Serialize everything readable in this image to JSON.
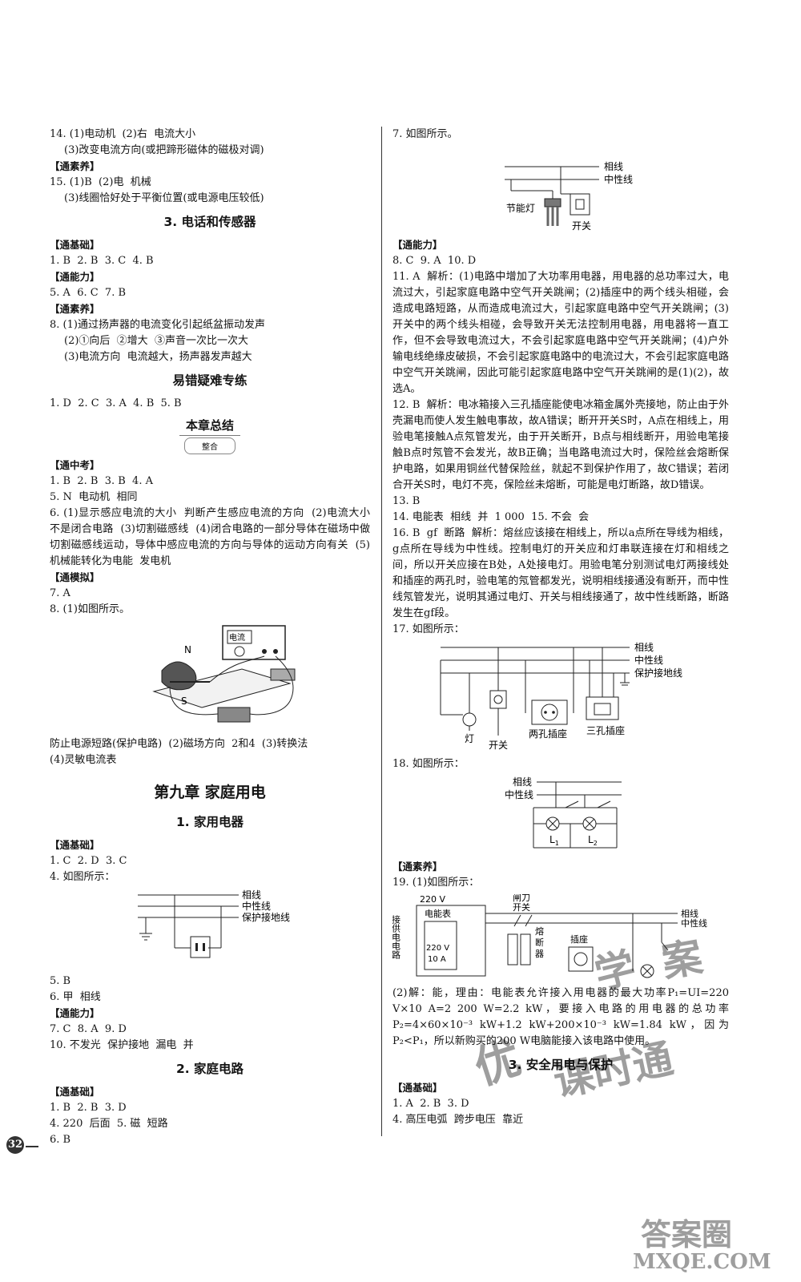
{
  "page_number": "32",
  "left": {
    "l1": "14. (1)电动机  (2)右  电流大小",
    "l2": "(3)改变电流方向(或把蹄形磁体的磁极对调)",
    "l3": "【通素养】",
    "l4": "15. (1)B  (2)电  机械",
    "l5": "(3)线圈恰好处于平衡位置(或电源电压较低)",
    "sec1": "3. 电话和传感器",
    "l6": "【通基础】",
    "l7": "1. B  2. B  3. C  4. B",
    "l8": "【通能力】",
    "l9": "5. A  6. C  7. B",
    "l10": "【通素养】",
    "l11": "8. (1)通过扬声器的电流变化引起纸盆振动发声",
    "l12": "(2)①向后  ②增大  ③声音一次比一次大",
    "l13": "(3)电流方向  电流越大，扬声器发声越大",
    "sec2": "易错疑难专练",
    "l14": "1. D  2. C  3. A  4. B  5. B",
    "stamp": "本章总结",
    "stamp_small": "整合",
    "l15": "【通中考】",
    "l16": "1. B  2. B  3. B  4. A",
    "l17": "5. N  电动机  相同",
    "l18": "6. (1)显示感应电流的大小  判断产生感应电流的方向  (2)电流大小  不是闭合电路  (3)切割磁感线  (4)闭合电路的一部分导体在磁场中做切割磁感线运动，导体中感应电流的方向与导体的运动方向有关  (5)机械能转化为电能  发电机",
    "l19": "【通模拟】",
    "l20": "7. A",
    "l21": "8. (1)如图所示。",
    "fig8_label_n": "N",
    "fig8_label_s": "S",
    "fig8_label_meter": "电流",
    "l22": "防止电源短路(保护电路)  (2)磁场方向  2和4  (3)转换法",
    "l23": "(4)灵敏电流表",
    "chapter": "第九章  家庭用电",
    "sec3": "1. 家用电器",
    "l24": "【通基础】",
    "l25": "1. C  2. D  3. C",
    "l26": "4. 如图所示：",
    "fig4_live": "相线",
    "fig4_neutral": "中性线",
    "fig4_ground": "保护接地线",
    "l27": "5. B",
    "l28": "6. 甲  相线",
    "l29": "【通能力】",
    "l30": "7. C  8. A  9. D",
    "l31": "10. 不发光  保护接地  漏电  并",
    "sec4": "2. 家庭电路",
    "l32": "【通基础】",
    "l33": "1. B  2. B  3. D",
    "l34": "4. 220  后面  5. 磁  短路",
    "l35": "6. B"
  },
  "right": {
    "r1": "7. 如图所示。",
    "fig7_live": "相线",
    "fig7_neutral": "中性线",
    "fig7_lamp": "节能灯",
    "fig7_switch": "开关",
    "r2": "【通能力】",
    "r3": "8. C  9. A  10. D",
    "r4": "11. A  解析：(1)电路中增加了大功率用电器，用电器的总功率过大，电流过大，引起家庭电路中空气开关跳闸；(2)插座中的两个线头相碰，会造成电路短路，从而造成电流过大，引起家庭电路中空气开关跳闸；(3)开关中的两个线头相碰，会导致开关无法控制用电器，用电器将一直工作，但不会导致电流过大，不会引起家庭电路中空气开关跳闸；(4)户外输电线绝缘皮破损，不会引起家庭电路中的电流过大，不会引起家庭电路中空气开关跳闸，因此可能引起家庭电路中空气开关跳闸的是(1)(2)，故选A。",
    "r5": "12. B  解析：电冰箱接入三孔插座能使电冰箱金属外壳接地，防止由于外壳漏电而使人发生触电事故，故A错误；断开开关S时，A点在相线上，用验电笔接触A点氖管发光，由于开关断开，B点与相线断开，用验电笔接触B点时氖管不会发光，故B正确；当电路电流过大时，保险丝会熔断保护电路，如果用铜丝代替保险丝，就起不到保护作用了，故C错误；若闭合开关S时，电灯不亮，保险丝未熔断，可能是电灯断路，故D错误。",
    "r6": "13. B",
    "r7": "14. 电能表  相线  并  1 000  15. 不会  会",
    "r8": "16. B  gf  断路  解析：熔丝应该接在相线上，所以a点所在导线为相线，g点所在导线为中性线。控制电灯的开关应和灯串联连接在灯和相线之间，所以开关应接在B处，A处接电灯。用验电笔分别测试电灯两接线处和插座的两孔时，验电笔的氖管都发光，说明相线接通没有断开，而中性线氖管发光，说明其通过电灯、开关与相线接通了，故中性线断路，断路发生在gf段。",
    "r9": "17. 如图所示：",
    "fig17_live": "相线",
    "fig17_neutral": "中性线",
    "fig17_ground": "保护接地线",
    "fig17_lamp": "灯",
    "fig17_switch": "开关",
    "fig17_two": "两孔插座",
    "fig17_three": "三孔插座",
    "r10": "18. 如图所示：",
    "fig18_live": "相线",
    "fig18_neutral": "中性线",
    "fig18_l1": "L",
    "fig18_l1_sub": "1",
    "fig18_l2": "L",
    "fig18_l2_sub": "2",
    "r11": "【通素养】",
    "r12": "19. (1)如图所示：",
    "fig19_220": "220 V",
    "fig19_meter": "电能表",
    "fig19_knife": "闸刀",
    "fig19_knife2": "开关",
    "fig19_fuse": "熔",
    "fig19_fuse2": "断",
    "fig19_fuse3": "器",
    "fig19_socket": "插座",
    "fig19_live": "相线",
    "fig19_neutral": "中性线",
    "fig19_v": "220 V",
    "fig19_a": "10 A",
    "fig19_supply": "接供电电路",
    "r13": "(2)解：能，理由：电能表允许接入用电器的最大功率P₁=UI=220 V×10 A=2 200 W=2.2 kW，要接入电路的用电器的总功率P₂=4×60×10⁻³ kW+1.2 kW+200×10⁻³ kW=1.84 kW，因为P₂<P₁，所以新购买的200 W电脑能接入该电路中使用。",
    "sec5": "3. 安全用电与保护",
    "r14": "【通基础】",
    "r15": "1. A  2. B  3. D",
    "r16": "4. 高压电弧  跨步电压  靠近"
  },
  "watermark": {
    "w1": "优",
    "w2": "学",
    "w3": "案",
    "w4": "课时通",
    "w5": "答案圈",
    "w6": "MXQE.COM"
  }
}
